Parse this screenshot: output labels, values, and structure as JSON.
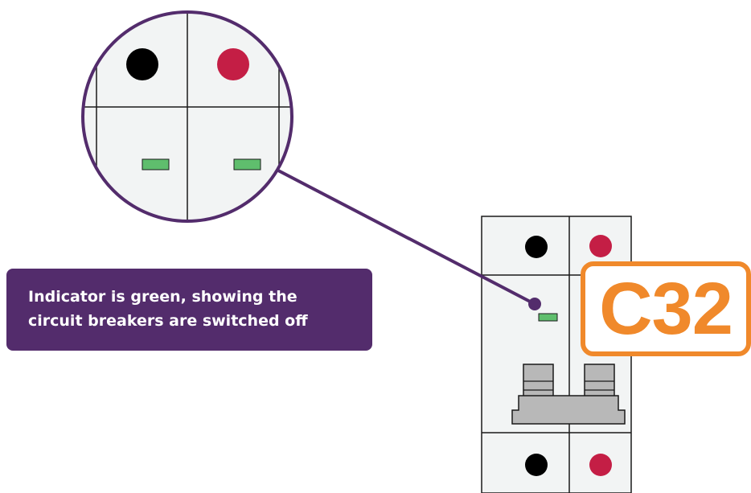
{
  "callout": {
    "line1": "Indicator is green, showing the",
    "line2": "circuit breakers are switched off"
  },
  "rating_badge": "C32",
  "colors": {
    "neutral_terminal": "#000000",
    "live_terminal": "#c41e45",
    "indicator": "#5fbe6d",
    "outline": "#532c6c",
    "badge": "#f0892b",
    "breaker_body": "#f2f4f4"
  },
  "indicator_state": "off"
}
